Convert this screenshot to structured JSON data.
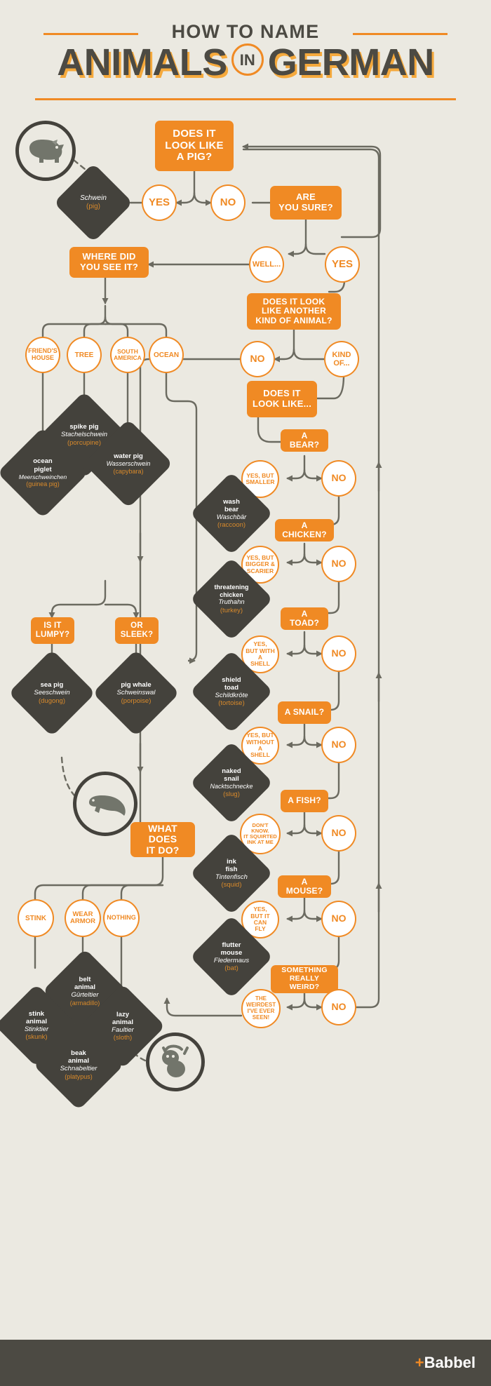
{
  "header": {
    "top_line": "HOW TO NAME",
    "main_left": "ANIMALS",
    "main_badge": "IN",
    "main_right": "GERMAN"
  },
  "footer": {
    "brand_plus": "+",
    "brand_name": "Babbel"
  },
  "icons": {
    "pig": "pig-icon",
    "dugong": "dugong-icon",
    "sloth": "sloth-icon"
  },
  "chart_data": {
    "type": "diagram",
    "title": "HOW TO NAME ANIMALS IN GERMAN",
    "questions": [
      {
        "id": "q_pig",
        "label": "DOES IT\nLOOK LIKE\nA PIG?"
      },
      {
        "id": "q_sure",
        "label": "ARE\nYOU SURE?"
      },
      {
        "id": "q_where",
        "label": "WHERE DID\nYOU SEE IT?"
      },
      {
        "id": "q_another",
        "label": "DOES IT LOOK\nLIKE ANOTHER\nKIND OF ANIMAL?"
      },
      {
        "id": "q_looklike",
        "label": "DOES IT\nLOOK LIKE..."
      },
      {
        "id": "q_bear",
        "label": "A BEAR?"
      },
      {
        "id": "q_chicken",
        "label": "A CHICKEN?"
      },
      {
        "id": "q_toad",
        "label": "A TOAD?"
      },
      {
        "id": "q_snail",
        "label": "A SNAIL?"
      },
      {
        "id": "q_fish",
        "label": "A FISH?"
      },
      {
        "id": "q_mouse",
        "label": "A MOUSE?"
      },
      {
        "id": "q_weird",
        "label": "SOMETHING\nREALLY WEIRD?"
      },
      {
        "id": "q_lumpy",
        "label": "IS IT\nLUMPY?"
      },
      {
        "id": "q_sleek",
        "label": "OR\nSLEEK?"
      },
      {
        "id": "q_whatdoes",
        "label": "WHAT DOES\nIT DO?"
      }
    ],
    "options": [
      {
        "id": "o_yes1",
        "label": "YES"
      },
      {
        "id": "o_no1",
        "label": "NO"
      },
      {
        "id": "o_well",
        "label": "WELL..."
      },
      {
        "id": "o_yes2",
        "label": "YES"
      },
      {
        "id": "o_no2",
        "label": "NO"
      },
      {
        "id": "o_kindof",
        "label": "KIND\nOF..."
      },
      {
        "id": "o_friends",
        "label": "FRIEND'S\nHOUSE"
      },
      {
        "id": "o_tree",
        "label": "TREE"
      },
      {
        "id": "o_southam",
        "label": "SOUTH\nAMERICA"
      },
      {
        "id": "o_ocean",
        "label": "OCEAN"
      },
      {
        "id": "o_bear_yes",
        "label": "YES, BUT\nSMALLER"
      },
      {
        "id": "o_bear_no",
        "label": "NO"
      },
      {
        "id": "o_chk_yes",
        "label": "YES, BUT\nBIGGER &\nSCARIER"
      },
      {
        "id": "o_chk_no",
        "label": "NO"
      },
      {
        "id": "o_toad_yes",
        "label": "YES,\nBUT WITH A\nSHELL"
      },
      {
        "id": "o_toad_no",
        "label": "NO"
      },
      {
        "id": "o_sna_yes",
        "label": "YES, BUT\nWITHOUT A\nSHELL"
      },
      {
        "id": "o_sna_no",
        "label": "NO"
      },
      {
        "id": "o_fish_yes",
        "label": "DON'T\nKNOW.\nIT SQUIRTED\nINK AT ME"
      },
      {
        "id": "o_fish_no",
        "label": "NO"
      },
      {
        "id": "o_mou_yes",
        "label": "YES,\nBUT IT CAN\nFLY"
      },
      {
        "id": "o_mou_no",
        "label": "NO"
      },
      {
        "id": "o_wrd_yes",
        "label": "THE\nWEIRDEST\nI'VE EVER\nSEEN!"
      },
      {
        "id": "o_wrd_no",
        "label": "NO"
      },
      {
        "id": "o_stink",
        "label": "STINK"
      },
      {
        "id": "o_armor",
        "label": "WEAR\nARMOR"
      },
      {
        "id": "o_nothing",
        "label": "NOTHING"
      }
    ],
    "answers": [
      {
        "id": "a_pig",
        "literal": "",
        "german": "Schwein",
        "english": "(pig)"
      },
      {
        "id": "a_porc",
        "literal": "spike pig",
        "german": "Stachelschwein",
        "english": "(porcupine)"
      },
      {
        "id": "a_guinea",
        "literal": "ocean\npiglet",
        "german": "Meerschweinchen",
        "english": "(guinea pig)"
      },
      {
        "id": "a_capy",
        "literal": "water pig",
        "german": "Wasserschwein",
        "english": "(capybara)"
      },
      {
        "id": "a_dugong",
        "literal": "sea pig",
        "german": "Seeschwein",
        "english": "(dugong)"
      },
      {
        "id": "a_porpoise",
        "literal": "pig whale",
        "german": "Schweinswal",
        "english": "(porpoise)"
      },
      {
        "id": "a_raccoon",
        "literal": "wash\nbear",
        "german": "Waschbär",
        "english": "(raccoon)"
      },
      {
        "id": "a_turkey",
        "literal": "threatening\nchicken",
        "german": "Truthahn",
        "english": "(turkey)"
      },
      {
        "id": "a_tortoise",
        "literal": "shield\ntoad",
        "german": "Schildkröte",
        "english": "(tortoise)"
      },
      {
        "id": "a_slug",
        "literal": "naked\nsnail",
        "german": "Nacktschnecke",
        "english": "(slug)"
      },
      {
        "id": "a_squid",
        "literal": "ink\nfish",
        "german": "Tintenfisch",
        "english": "(squid)"
      },
      {
        "id": "a_bat",
        "literal": "flutter\nmouse",
        "german": "Fledermaus",
        "english": "(bat)"
      },
      {
        "id": "a_skunk",
        "literal": "stink\nanimal",
        "german": "Stinktier",
        "english": "(skunk)"
      },
      {
        "id": "a_armadillo",
        "literal": "belt\nanimal",
        "german": "Gürteltier",
        "english": "(armadillo)"
      },
      {
        "id": "a_sloth",
        "literal": "lazy\nanimal",
        "german": "Faultier",
        "english": "(sloth)"
      },
      {
        "id": "a_platypus",
        "literal": "beak\nanimal",
        "german": "Schnabeltier",
        "english": "(platypus)"
      }
    ],
    "colors": {
      "background": "#ebe9e1",
      "orange": "#f08a24",
      "dark": "#44423c",
      "line": "#6b6a60",
      "white": "#ffffff",
      "english_text": "#d98a2b"
    }
  }
}
